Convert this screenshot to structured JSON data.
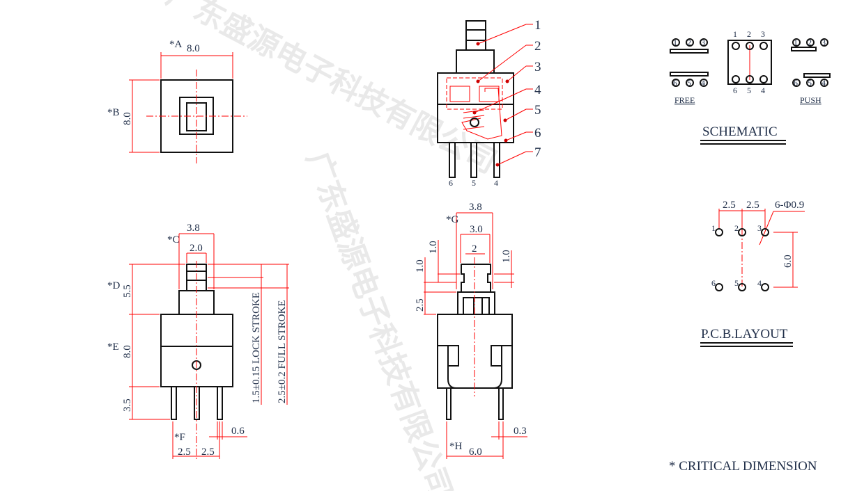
{
  "watermark": "广东盛源电子科技有限公司",
  "top_view": {
    "dim_a_label": "*A",
    "dim_a": "8.0",
    "dim_b_label": "*B",
    "dim_b": "8.0"
  },
  "callouts": [
    "1",
    "2",
    "3",
    "4",
    "5",
    "6",
    "7"
  ],
  "front_pins": [
    "6",
    "5",
    "4"
  ],
  "schematic": {
    "free_label": "FREE",
    "push_label": "PUSH",
    "title": "SCHEMATIC",
    "top_pins": [
      "1",
      "2",
      "3"
    ],
    "bottom_pins": [
      "6",
      "5",
      "4"
    ]
  },
  "side_view": {
    "dim_c_label": "*C",
    "width_outer": "3.8",
    "width_inner": "2.0",
    "dim_d_label": "*D",
    "dim_d": "5.5",
    "dim_e_label": "*E",
    "dim_e": "8.0",
    "pin_len": "3.5",
    "lock_stroke": "1.5±0.15 LOCK STROKE",
    "full_stroke": "2.5±0.2 FULL STROKE",
    "pin_width": "0.6",
    "dim_f_label": "*F",
    "pitch_1": "2.5",
    "pitch_2": "2.5"
  },
  "end_view": {
    "width_outer": "3.8",
    "dim_g_label": "*G",
    "width_mid": "3.0",
    "width_inner": "2",
    "step_1": "1.0",
    "step_2": "1.0",
    "step_3": "1.0",
    "height": "2.5",
    "pin_thk": "0.3",
    "dim_h_label": "*H",
    "dim_h": "6.0"
  },
  "pcb": {
    "pitch_1": "2.5",
    "pitch_2": "2.5",
    "hole_spec": "6-Φ0.9",
    "row_gap": "6.0",
    "pins": [
      "1",
      "2",
      "3",
      "6",
      "5",
      "4"
    ],
    "title": "P.C.B.LAYOUT"
  },
  "note": "* CRITICAL  DIMENSION"
}
